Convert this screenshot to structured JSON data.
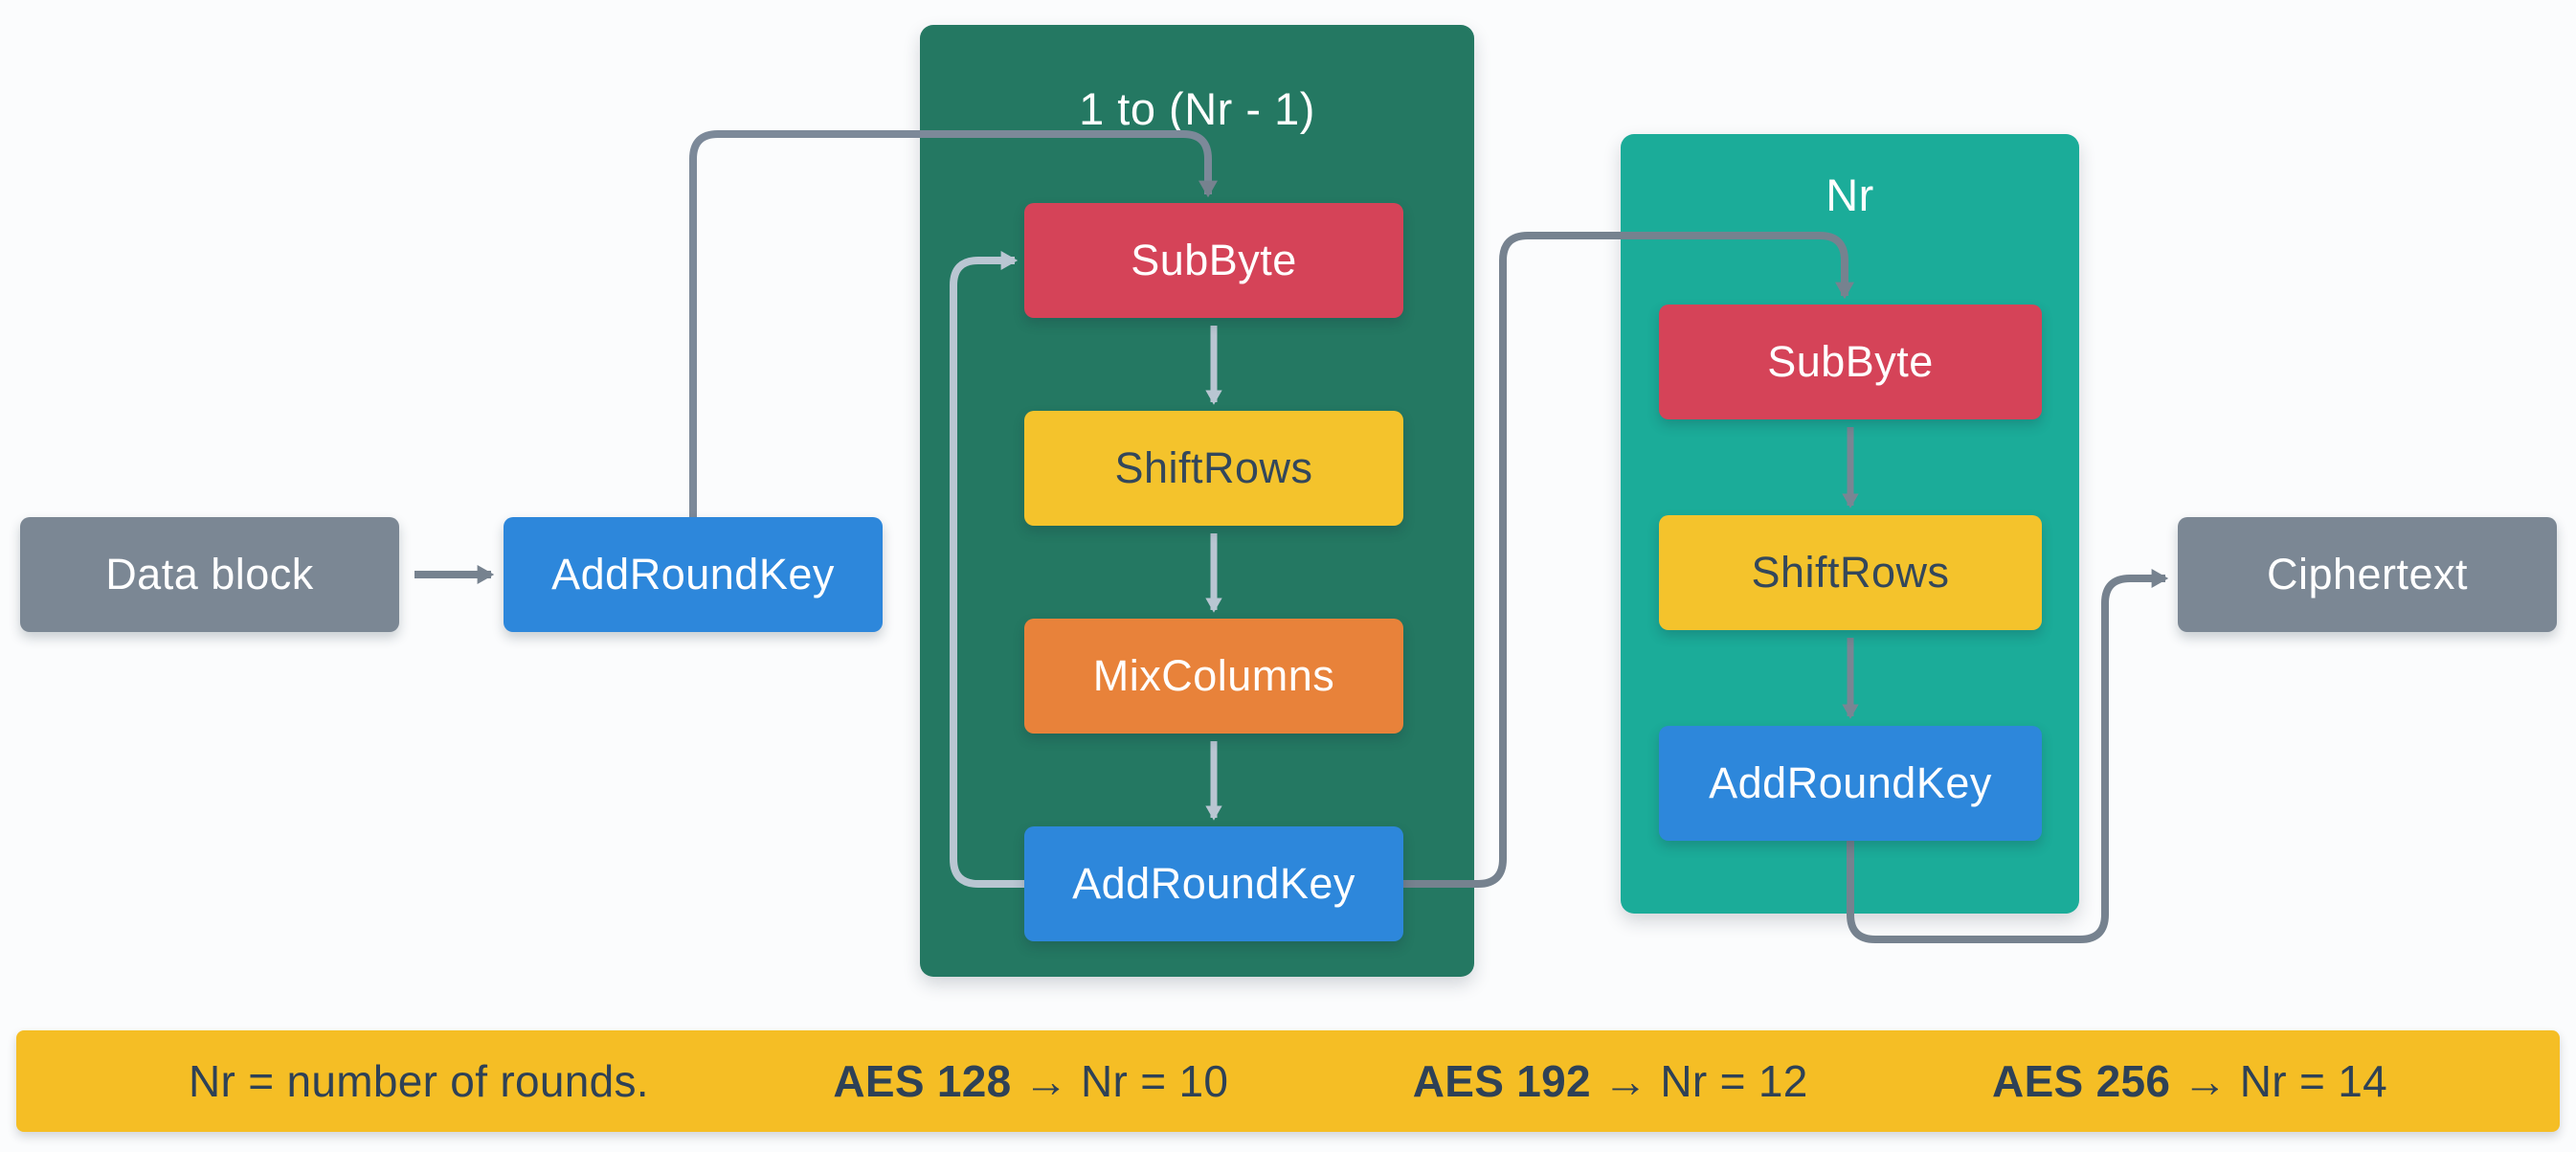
{
  "nodes": {
    "data_block": "Data block",
    "addroundkey": "AddRoundKey",
    "subbyte": "SubByte",
    "shiftrows": "ShiftRows",
    "mixcolumns": "MixColumns",
    "ciphertext": "Ciphertext"
  },
  "containers": {
    "main_rounds": {
      "title": "1 to (Nr - 1)"
    },
    "final_round": {
      "title": "Nr"
    }
  },
  "footer": {
    "note": "Nr = number of rounds.",
    "items": [
      {
        "name": "AES 128",
        "detail": " → Nr = 10"
      },
      {
        "name": "AES 192",
        "detail": " → Nr = 12"
      },
      {
        "name": "AES 256",
        "detail": " → Nr = 14"
      }
    ]
  },
  "palette": {
    "background": "#FBFCFD",
    "container_green": "#247862",
    "container_teal": "#1BAC99",
    "node_red": "#D54358",
    "node_yellow": "#F4C32C",
    "node_orange": "#E8823A",
    "node_blue": "#2D87DB",
    "node_gray": "#7B8794",
    "footer_bar_yellow": "#F5BE25",
    "text_on_dark": "#FFFFFF",
    "text_dark_navy": "#33475B",
    "arrow_light": "#B9C6D2",
    "arrow_medium": "#7A8593",
    "arrow_dark": "#76828F"
  }
}
